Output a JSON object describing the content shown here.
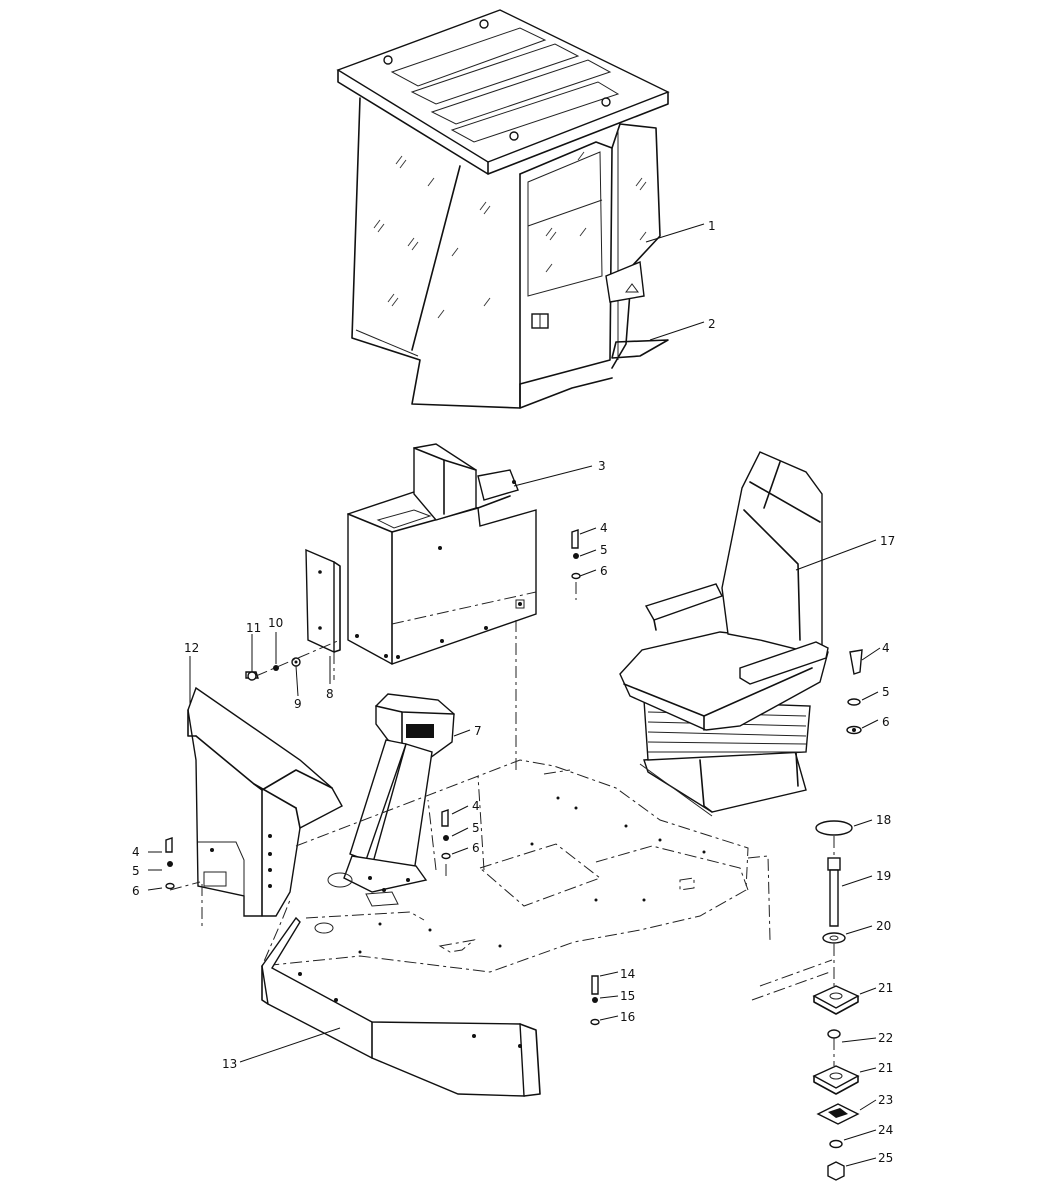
{
  "callouts": {
    "c1": "1",
    "c2": "2",
    "c3": "3",
    "c4a": "4",
    "c5a": "5",
    "c6a": "6",
    "c4b": "4",
    "c5b": "5",
    "c6b": "6",
    "c4c": "4",
    "c5c": "5",
    "c6c": "6",
    "c4d": "4",
    "c5d": "5",
    "c6d": "6",
    "c7": "7",
    "c8": "8",
    "c9": "9",
    "c10": "10",
    "c11": "11",
    "c12": "12",
    "c13": "13",
    "c14": "14",
    "c15": "15",
    "c16": "16",
    "c17": "17",
    "c18": "18",
    "c19": "19",
    "c20": "20",
    "c21a": "21",
    "c22": "22",
    "c21b": "21",
    "c23": "23",
    "c24": "24",
    "c25": "25"
  }
}
